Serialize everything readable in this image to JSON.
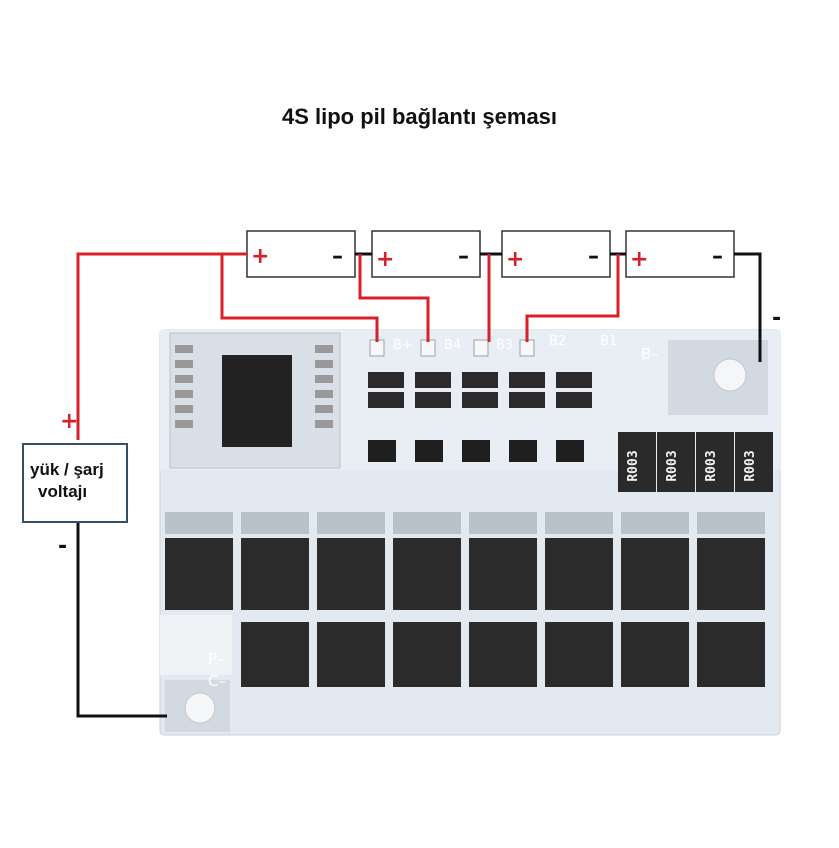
{
  "title": "4S lipo pil bağlantı şeması",
  "load_box": {
    "line1": "yük / şarj",
    "line2": "voltajı"
  },
  "load_terminals": {
    "plus": "+",
    "minus": "-"
  },
  "battery_cells": [
    {
      "plus": "+",
      "minus": "–"
    },
    {
      "plus": "+",
      "minus": "–"
    },
    {
      "plus": "+",
      "minus": "–"
    },
    {
      "plus": "+",
      "minus": "–"
    }
  ],
  "board_labels": {
    "b_plus": "B+",
    "b4": "B4",
    "b3": "B3",
    "b2": "B2",
    "b1": "B1",
    "b_minus": "B–",
    "p_minus": "P–",
    "c_minus": "C–",
    "b_minus_wire": "-"
  },
  "resistors": [
    "R003",
    "R003",
    "R003",
    "R003"
  ],
  "colors": {
    "wire_red": "#d8202a",
    "wire_black": "#111111",
    "pcb": "#dfe6ee",
    "chip": "#2a2a2a"
  }
}
